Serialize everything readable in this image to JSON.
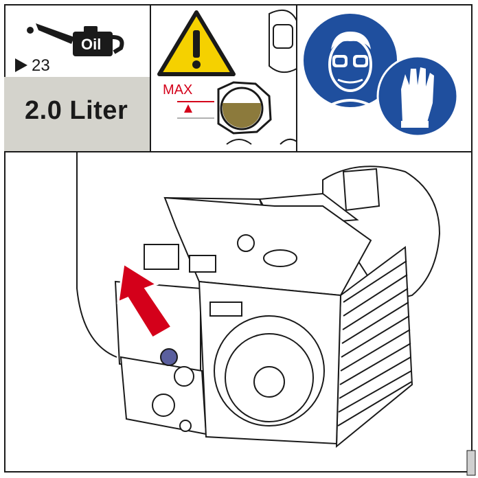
{
  "oil_panel": {
    "oil_can_text": "Oil",
    "reference_page": "23",
    "quantity": "2.0 Liter"
  },
  "level_panel": {
    "max_label": "MAX",
    "warning_symbol": "general-warning",
    "oil_color": "#8c7a3c"
  },
  "ppe_panel": {
    "signs": [
      "wear-safety-goggles",
      "wear-protective-gloves"
    ],
    "sign_color": "#1f4f9e"
  },
  "pump_panel": {
    "arrow_color": "#d4001a",
    "highlighted_part": "oil-fill-plug"
  }
}
